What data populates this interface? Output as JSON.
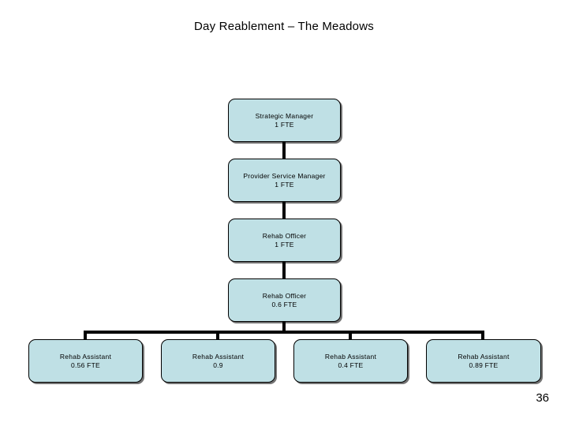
{
  "slide": {
    "title": "Day Reablement – The Meadows",
    "page_number": "36",
    "background_color": "#ffffff",
    "node_fill_color": "#bfe0e5",
    "node_border_color": "#000000",
    "connector_color": "#000000"
  },
  "org_chart": {
    "type": "org-hierarchy",
    "nodes": [
      {
        "id": "strategic-manager",
        "role": "Strategic Manager",
        "fte": "1 FTE",
        "level": 0
      },
      {
        "id": "provider-service-manager",
        "role": "Provider Service Manager",
        "fte": "1 FTE",
        "level": 1
      },
      {
        "id": "rehab-officer-1",
        "role": "Rehab Officer",
        "fte": "1 FTE",
        "level": 2
      },
      {
        "id": "rehab-officer-06",
        "role": "Rehab Officer",
        "fte": "0.6 FTE",
        "level": 3
      },
      {
        "id": "rehab-assistant-1",
        "role": "Rehab Assistant",
        "fte": "0.56 FTE",
        "level": 4
      },
      {
        "id": "rehab-assistant-2",
        "role": "Rehab Assistant",
        "fte": "0.9",
        "level": 4
      },
      {
        "id": "rehab-assistant-3",
        "role": "Rehab Assistant",
        "fte": "0.4 FTE",
        "level": 4
      },
      {
        "id": "rehab-assistant-4",
        "role": "Rehab Assistant",
        "fte": "0.89 FTE",
        "level": 4
      }
    ]
  }
}
